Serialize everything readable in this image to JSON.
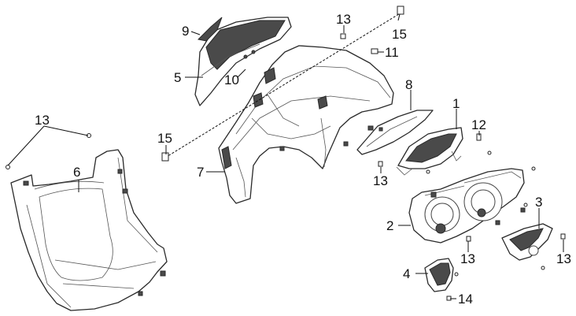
{
  "callouts": [
    {
      "id": "c1",
      "text": "1"
    },
    {
      "id": "c2",
      "text": "2"
    },
    {
      "id": "c3",
      "text": "3"
    },
    {
      "id": "c4",
      "text": "4"
    },
    {
      "id": "c5",
      "text": "5"
    },
    {
      "id": "c6",
      "text": "6"
    },
    {
      "id": "c7",
      "text": "7"
    },
    {
      "id": "c8",
      "text": "8"
    },
    {
      "id": "c9",
      "text": "9"
    },
    {
      "id": "c10",
      "text": "10"
    },
    {
      "id": "c11",
      "text": "11"
    },
    {
      "id": "c12",
      "text": "12"
    },
    {
      "id": "c13a",
      "text": "13"
    },
    {
      "id": "c13b",
      "text": "13"
    },
    {
      "id": "c13c",
      "text": "13"
    },
    {
      "id": "c13d",
      "text": "13"
    },
    {
      "id": "c13e",
      "text": "13"
    },
    {
      "id": "c14",
      "text": "14"
    },
    {
      "id": "c15a",
      "text": "15"
    },
    {
      "id": "c15b",
      "text": "15"
    }
  ]
}
